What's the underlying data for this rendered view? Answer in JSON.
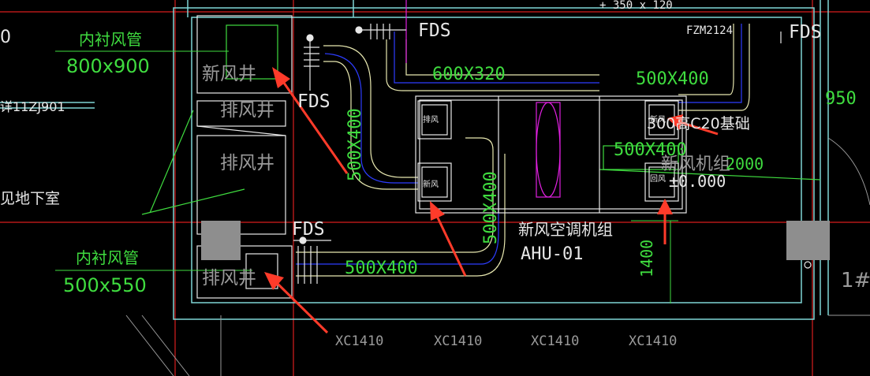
{
  "colors": {
    "background": "#000000",
    "wall": "#7fd6d6",
    "dim_text": "#3fdc3f",
    "annotation": "#e8e8e8",
    "arrow": "#ff3b2a",
    "duct_outline": "#e8e8b0",
    "duct_centerline": "#2d3dff",
    "axis_line": "#d81e1e"
  },
  "labels": {
    "lining_duct_top": "内衬风管",
    "lining_duct_top_size": "800x900",
    "lining_duct_bottom": "内衬风管",
    "lining_duct_bottom_size": "500x550",
    "detail_ref": "详11ZJ901",
    "basement_ref": "见地下室",
    "fresh_shaft": "新风井",
    "exhaust_shaft_1": "排风井",
    "exhaust_shaft_2": "排风井",
    "exhaust_shaft_3": "排风井",
    "fds_1": "FDS",
    "fds_2": "FDS",
    "fds_3": "FDS",
    "fds_4": "FDS",
    "fzm": "FZM2124",
    "left_edge_mark": "0",
    "duct_600x320": "600X320",
    "duct_500x400_top": "500X400",
    "duct_500x400_vertical": "500X400",
    "duct_500x400_mid": "500X400",
    "duct_500x400_bottom": "500X400",
    "duct_500x400_right_vertical": "500X400",
    "base_note": "300高C20基础",
    "fresh_unit": "新风机组",
    "fresh_unit_level": "±0.000",
    "dim_2000": "2000",
    "dim_1400": "1400",
    "dim_950": "950",
    "ahu_name": "新风空调机组",
    "ahu_code": "AHU-01",
    "right_mark": "1#",
    "top_mark": "+ 350 x 120",
    "box_exhaust": "排风",
    "box_fresh_1": "新风",
    "box_fresh_2": "新风",
    "box_return": "回风",
    "window_1": "XC1410",
    "window_2": "XC1410",
    "window_3": "XC1410",
    "window_4": "XC1410"
  },
  "icons": {
    "arrow": "red-pointer-arrow-icon",
    "column": "gray-column-block-icon",
    "damper": "fire-damper-fds-icon"
  }
}
